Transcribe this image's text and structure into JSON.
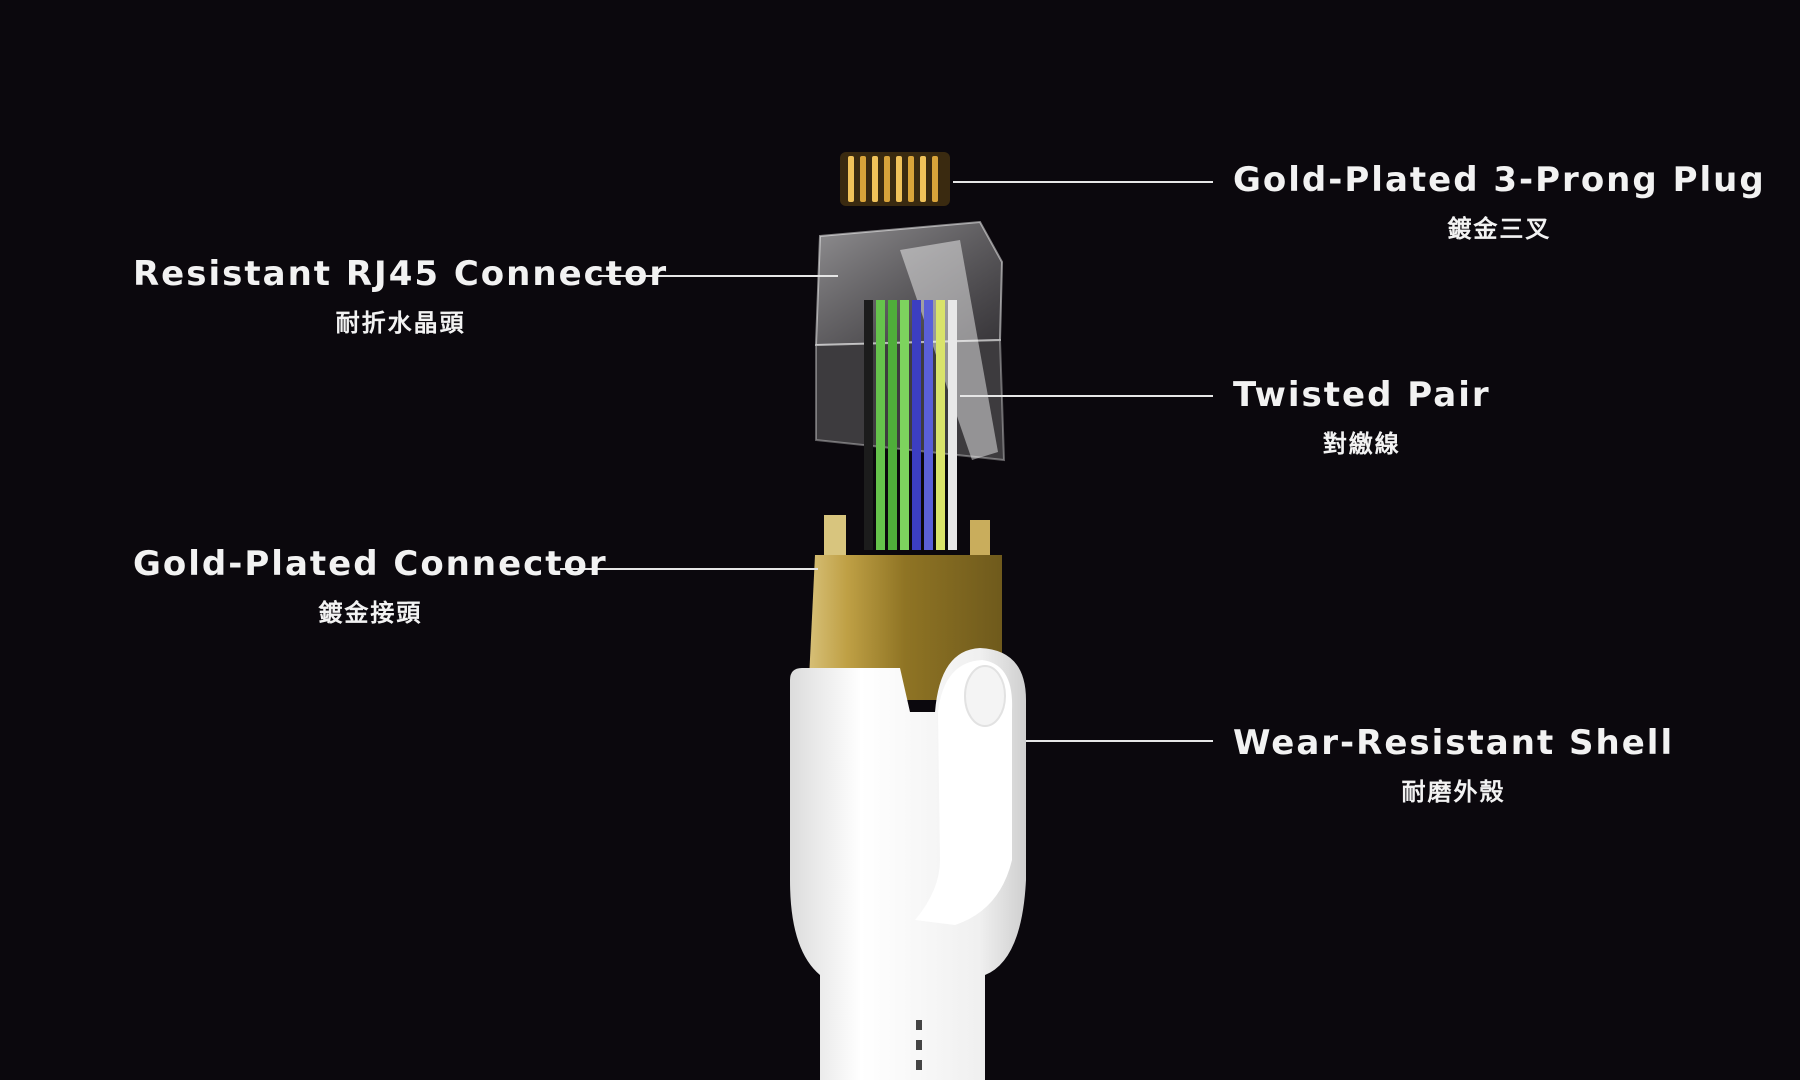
{
  "colors": {
    "background": "#0b080d",
    "text": "#f2f2f2",
    "leader_line": "#e6e6e6",
    "gold": "#c9a94e",
    "shell": "#f2f2f2"
  },
  "labels": {
    "prong_plug": {
      "en": "Gold-Plated 3-Prong Plug",
      "zh": "鍍金三叉"
    },
    "rj45": {
      "en": "Resistant RJ45 Connector",
      "zh": "耐折水晶頭"
    },
    "twisted_pair": {
      "en": "Twisted Pair",
      "zh": "對繳線"
    },
    "gold_connector": {
      "en": "Gold-Plated Connector",
      "zh": "鍍金接頭"
    },
    "shell": {
      "en": "Wear-Resistant Shell",
      "zh": "耐磨外殼"
    }
  },
  "wire_colors": [
    "#1c1c1c",
    "#66c34c",
    "#4fae3a",
    "#7dd35e",
    "#3c3ec2",
    "#5a5fd8",
    "#d9e36a",
    "#e8e8e8"
  ]
}
